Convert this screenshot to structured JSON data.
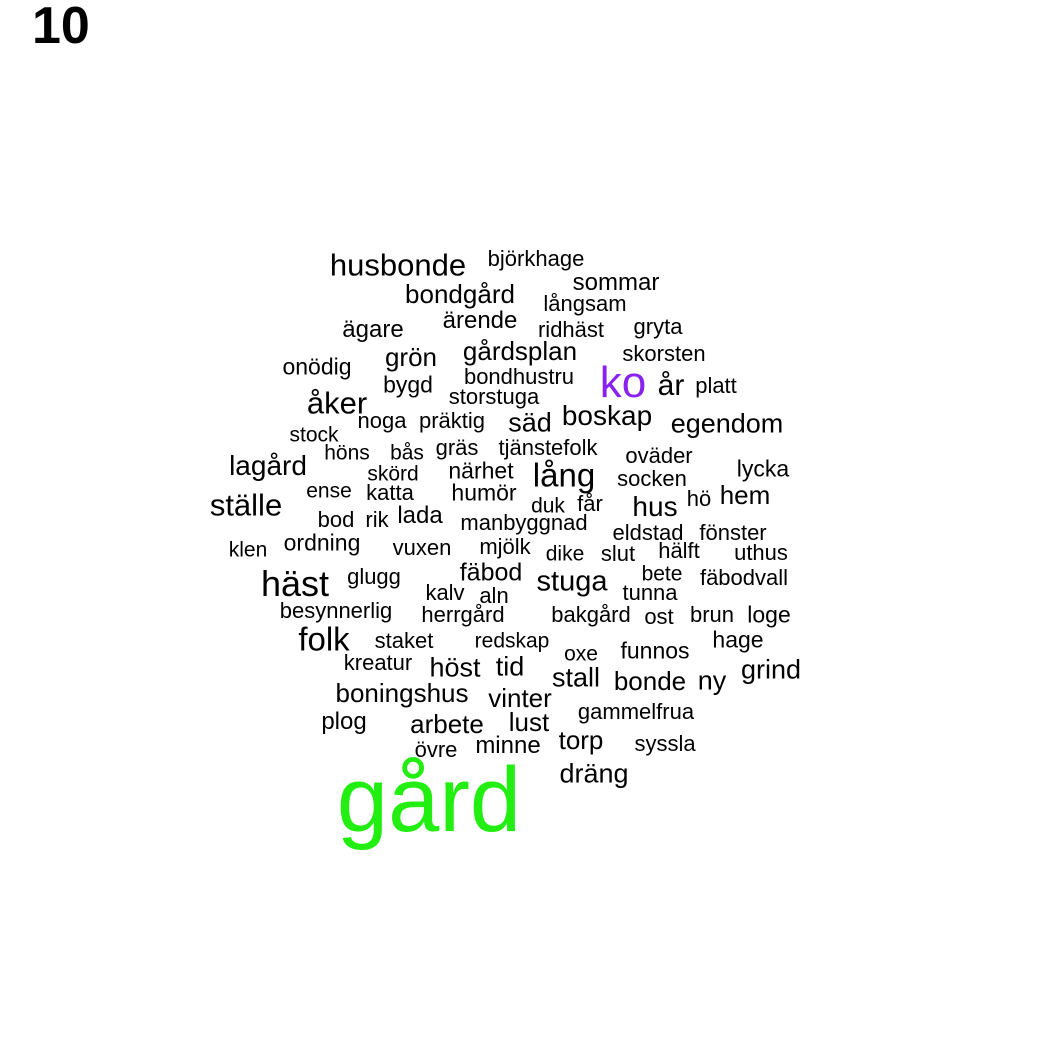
{
  "panel_label": "10",
  "colors": {
    "default": "#000000",
    "gard": "#22ee11",
    "ko": "#8a22ee"
  },
  "words": [
    {
      "text": "gård",
      "size": 5,
      "color": "gard"
    },
    {
      "text": "ko",
      "size": 4,
      "color": "ko"
    },
    {
      "text": "husbonde",
      "size": 3
    },
    {
      "text": "björkhage",
      "size": 1
    },
    {
      "text": "sommar",
      "size": 1
    },
    {
      "text": "bondgård",
      "size": 2
    },
    {
      "text": "långsam",
      "size": 1
    },
    {
      "text": "ägare",
      "size": 1
    },
    {
      "text": "ärende",
      "size": 1
    },
    {
      "text": "ridhäst",
      "size": 1
    },
    {
      "text": "gryta",
      "size": 1
    },
    {
      "text": "onödig",
      "size": 1
    },
    {
      "text": "grön",
      "size": 2
    },
    {
      "text": "gårdsplan",
      "size": 2
    },
    {
      "text": "skorsten",
      "size": 1
    },
    {
      "text": "bygd",
      "size": 1
    },
    {
      "text": "bondhustru",
      "size": 1
    },
    {
      "text": "år",
      "size": 3
    },
    {
      "text": "platt",
      "size": 1
    },
    {
      "text": "åker",
      "size": 3
    },
    {
      "text": "storstuga",
      "size": 1
    },
    {
      "text": "noga",
      "size": 1
    },
    {
      "text": "präktig",
      "size": 1
    },
    {
      "text": "säd",
      "size": 2
    },
    {
      "text": "boskap",
      "size": 2
    },
    {
      "text": "egendom",
      "size": 2
    },
    {
      "text": "stock",
      "size": 1
    },
    {
      "text": "höns",
      "size": 1
    },
    {
      "text": "bås",
      "size": 1
    },
    {
      "text": "gräs",
      "size": 1
    },
    {
      "text": "tjänstefolk",
      "size": 1
    },
    {
      "text": "oväder",
      "size": 1
    },
    {
      "text": "lagård",
      "size": 2
    },
    {
      "text": "skörd",
      "size": 1
    },
    {
      "text": "närhet",
      "size": 1
    },
    {
      "text": "lång",
      "size": 3
    },
    {
      "text": "socken",
      "size": 1
    },
    {
      "text": "lycka",
      "size": 1
    },
    {
      "text": "ställe",
      "size": 3
    },
    {
      "text": "ense",
      "size": 1
    },
    {
      "text": "katta",
      "size": 1
    },
    {
      "text": "humör",
      "size": 1
    },
    {
      "text": "duk",
      "size": 1
    },
    {
      "text": "får",
      "size": 1
    },
    {
      "text": "hus",
      "size": 2
    },
    {
      "text": "hö",
      "size": 1
    },
    {
      "text": "hem",
      "size": 2
    },
    {
      "text": "bod",
      "size": 1
    },
    {
      "text": "rik",
      "size": 1
    },
    {
      "text": "lada",
      "size": 1
    },
    {
      "text": "manbyggnad",
      "size": 1
    },
    {
      "text": "eldstad",
      "size": 1
    },
    {
      "text": "fönster",
      "size": 1
    },
    {
      "text": "klen",
      "size": 1
    },
    {
      "text": "ordning",
      "size": 1
    },
    {
      "text": "vuxen",
      "size": 1
    },
    {
      "text": "mjölk",
      "size": 1
    },
    {
      "text": "dike",
      "size": 1
    },
    {
      "text": "slut",
      "size": 1
    },
    {
      "text": "hälft",
      "size": 1
    },
    {
      "text": "uthus",
      "size": 1
    },
    {
      "text": "häst",
      "size": 3
    },
    {
      "text": "glugg",
      "size": 1
    },
    {
      "text": "fäbod",
      "size": 2
    },
    {
      "text": "stuga",
      "size": 3
    },
    {
      "text": "bete",
      "size": 1
    },
    {
      "text": "fäbodvall",
      "size": 1
    },
    {
      "text": "kalv",
      "size": 1
    },
    {
      "text": "aln",
      "size": 1
    },
    {
      "text": "tunna",
      "size": 1
    },
    {
      "text": "besynnerlig",
      "size": 1
    },
    {
      "text": "herrgård",
      "size": 1
    },
    {
      "text": "bakgård",
      "size": 1
    },
    {
      "text": "ost",
      "size": 1
    },
    {
      "text": "brun",
      "size": 1
    },
    {
      "text": "loge",
      "size": 1
    },
    {
      "text": "folk",
      "size": 3
    },
    {
      "text": "staket",
      "size": 1
    },
    {
      "text": "redskap",
      "size": 1
    },
    {
      "text": "hage",
      "size": 1
    },
    {
      "text": "oxe",
      "size": 1
    },
    {
      "text": "funnos",
      "size": 1
    },
    {
      "text": "kreatur",
      "size": 1
    },
    {
      "text": "höst",
      "size": 2
    },
    {
      "text": "tid",
      "size": 2
    },
    {
      "text": "grind",
      "size": 2
    },
    {
      "text": "stall",
      "size": 2
    },
    {
      "text": "bonde",
      "size": 2
    },
    {
      "text": "ny",
      "size": 2
    },
    {
      "text": "boningshus",
      "size": 2
    },
    {
      "text": "vinter",
      "size": 2
    },
    {
      "text": "gammelfrua",
      "size": 1
    },
    {
      "text": "plog",
      "size": 1
    },
    {
      "text": "arbete",
      "size": 2
    },
    {
      "text": "lust",
      "size": 2
    },
    {
      "text": "torp",
      "size": 2
    },
    {
      "text": "syssla",
      "size": 1
    },
    {
      "text": "övre",
      "size": 1
    },
    {
      "text": "minne",
      "size": 2
    },
    {
      "text": "dräng",
      "size": 2
    }
  ]
}
